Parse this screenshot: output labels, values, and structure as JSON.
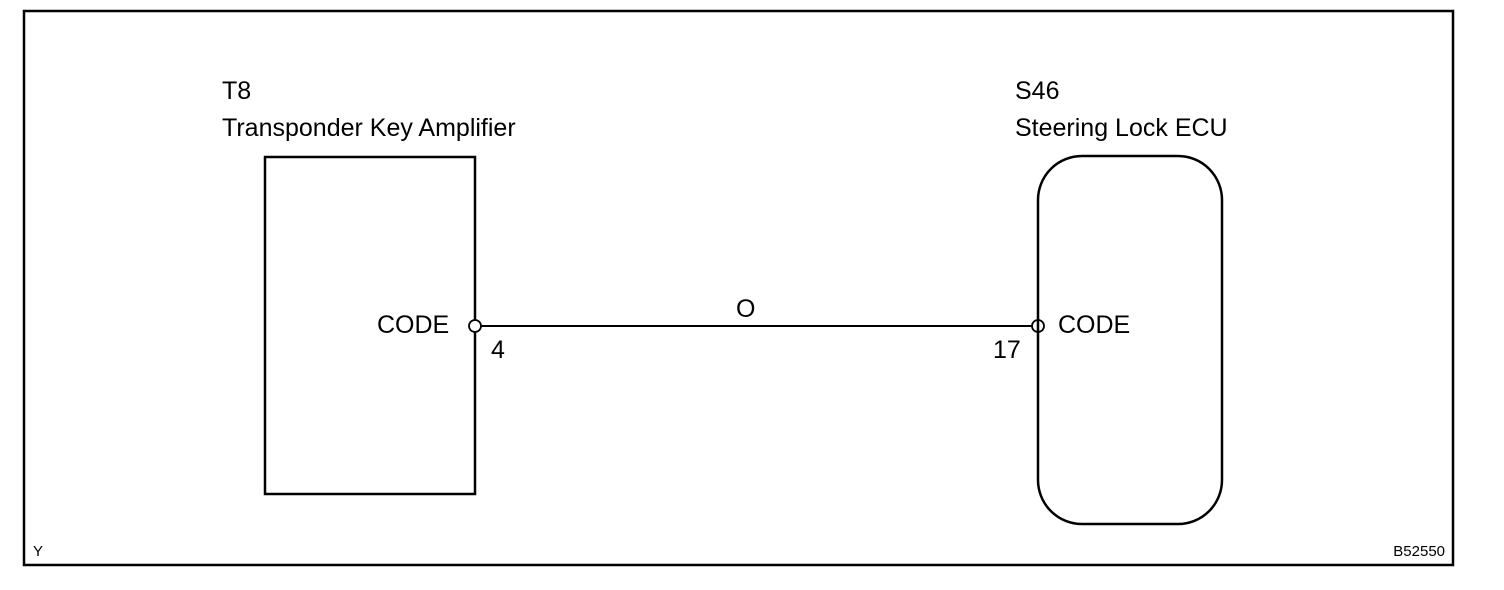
{
  "colors": {
    "line": "#000000",
    "background": "#ffffff"
  },
  "left_component": {
    "id": "T8",
    "name": "Transponder Key Amplifier",
    "terminal_label": "CODE",
    "pin": "4"
  },
  "right_component": {
    "id": "S46",
    "name": "Steering Lock ECU",
    "terminal_label": "CODE",
    "pin": "17"
  },
  "wire": {
    "color_code": "O"
  },
  "footer": {
    "left_mark": "Y",
    "figure_id": "B52550"
  }
}
